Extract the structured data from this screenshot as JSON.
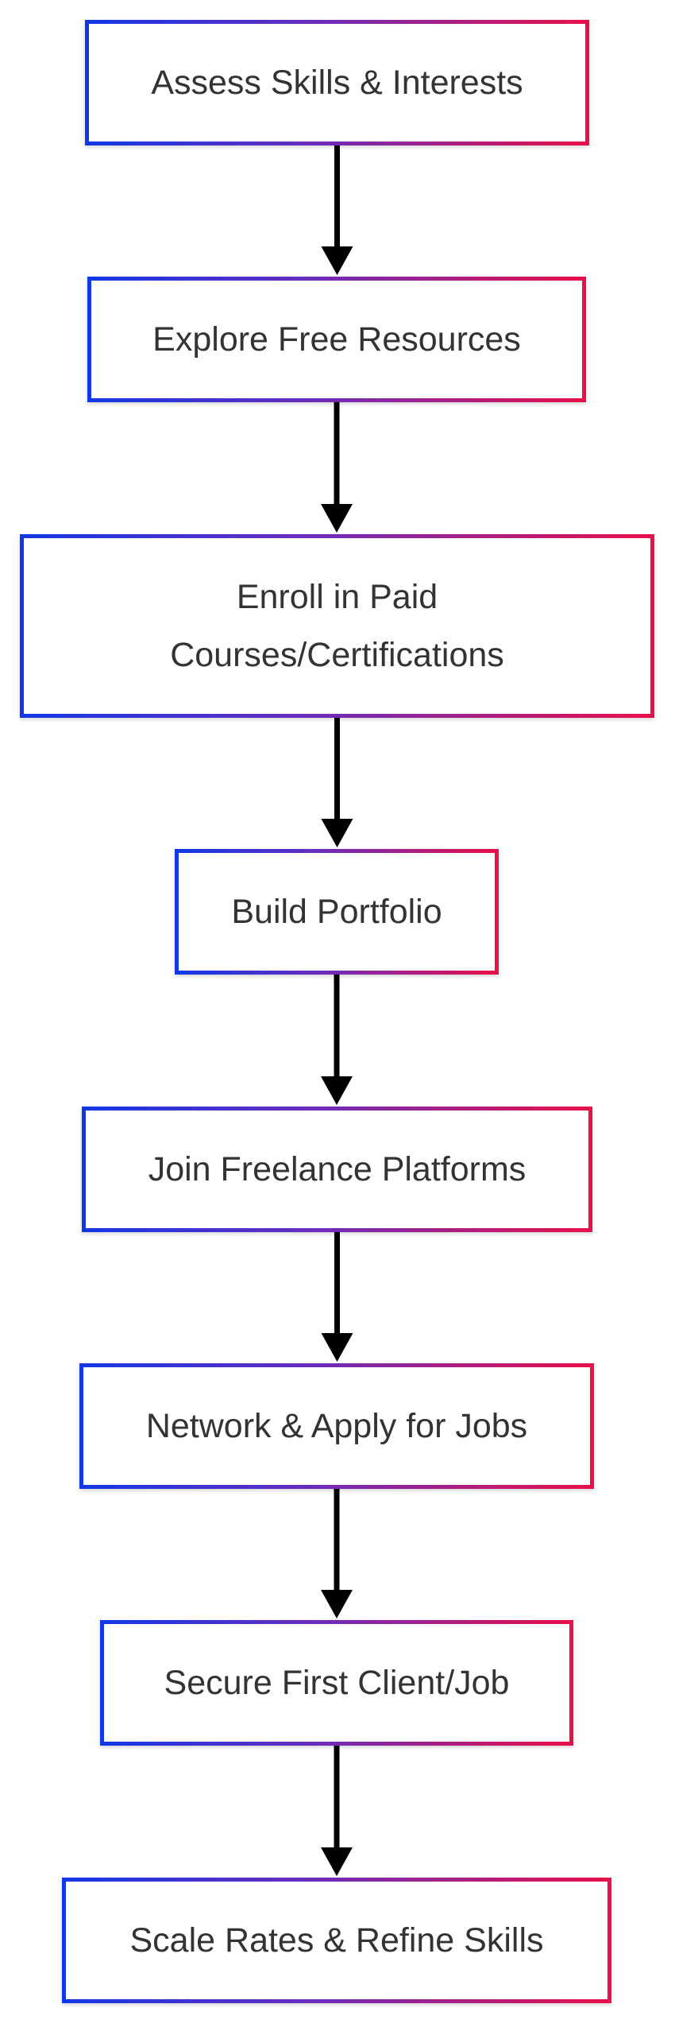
{
  "diagram": {
    "type": "flowchart",
    "direction": "top-to-bottom",
    "colors": {
      "border_gradient_start": "#1238e6",
      "border_gradient_mid": "#6a2dbe",
      "border_gradient_end": "#e8104a",
      "text": "#333333",
      "arrow": "#000000",
      "background": "#ffffff"
    },
    "nodes": [
      {
        "id": "n0",
        "label": "Assess Skills & Interests"
      },
      {
        "id": "n1",
        "label": "Explore Free Resources"
      },
      {
        "id": "n2",
        "label": "Enroll in Paid Courses/Certifications",
        "lines": [
          "Enroll in Paid",
          "Courses/Certifications"
        ]
      },
      {
        "id": "n3",
        "label": "Build Portfolio"
      },
      {
        "id": "n4",
        "label": "Join Freelance Platforms"
      },
      {
        "id": "n5",
        "label": "Network & Apply for Jobs"
      },
      {
        "id": "n6",
        "label": "Secure First Client/Job"
      },
      {
        "id": "n7",
        "label": "Scale Rates & Refine Skills"
      }
    ],
    "edges": [
      {
        "from": "n0",
        "to": "n1"
      },
      {
        "from": "n1",
        "to": "n2"
      },
      {
        "from": "n2",
        "to": "n3"
      },
      {
        "from": "n3",
        "to": "n4"
      },
      {
        "from": "n4",
        "to": "n5"
      },
      {
        "from": "n5",
        "to": "n6"
      },
      {
        "from": "n6",
        "to": "n7"
      }
    ]
  }
}
